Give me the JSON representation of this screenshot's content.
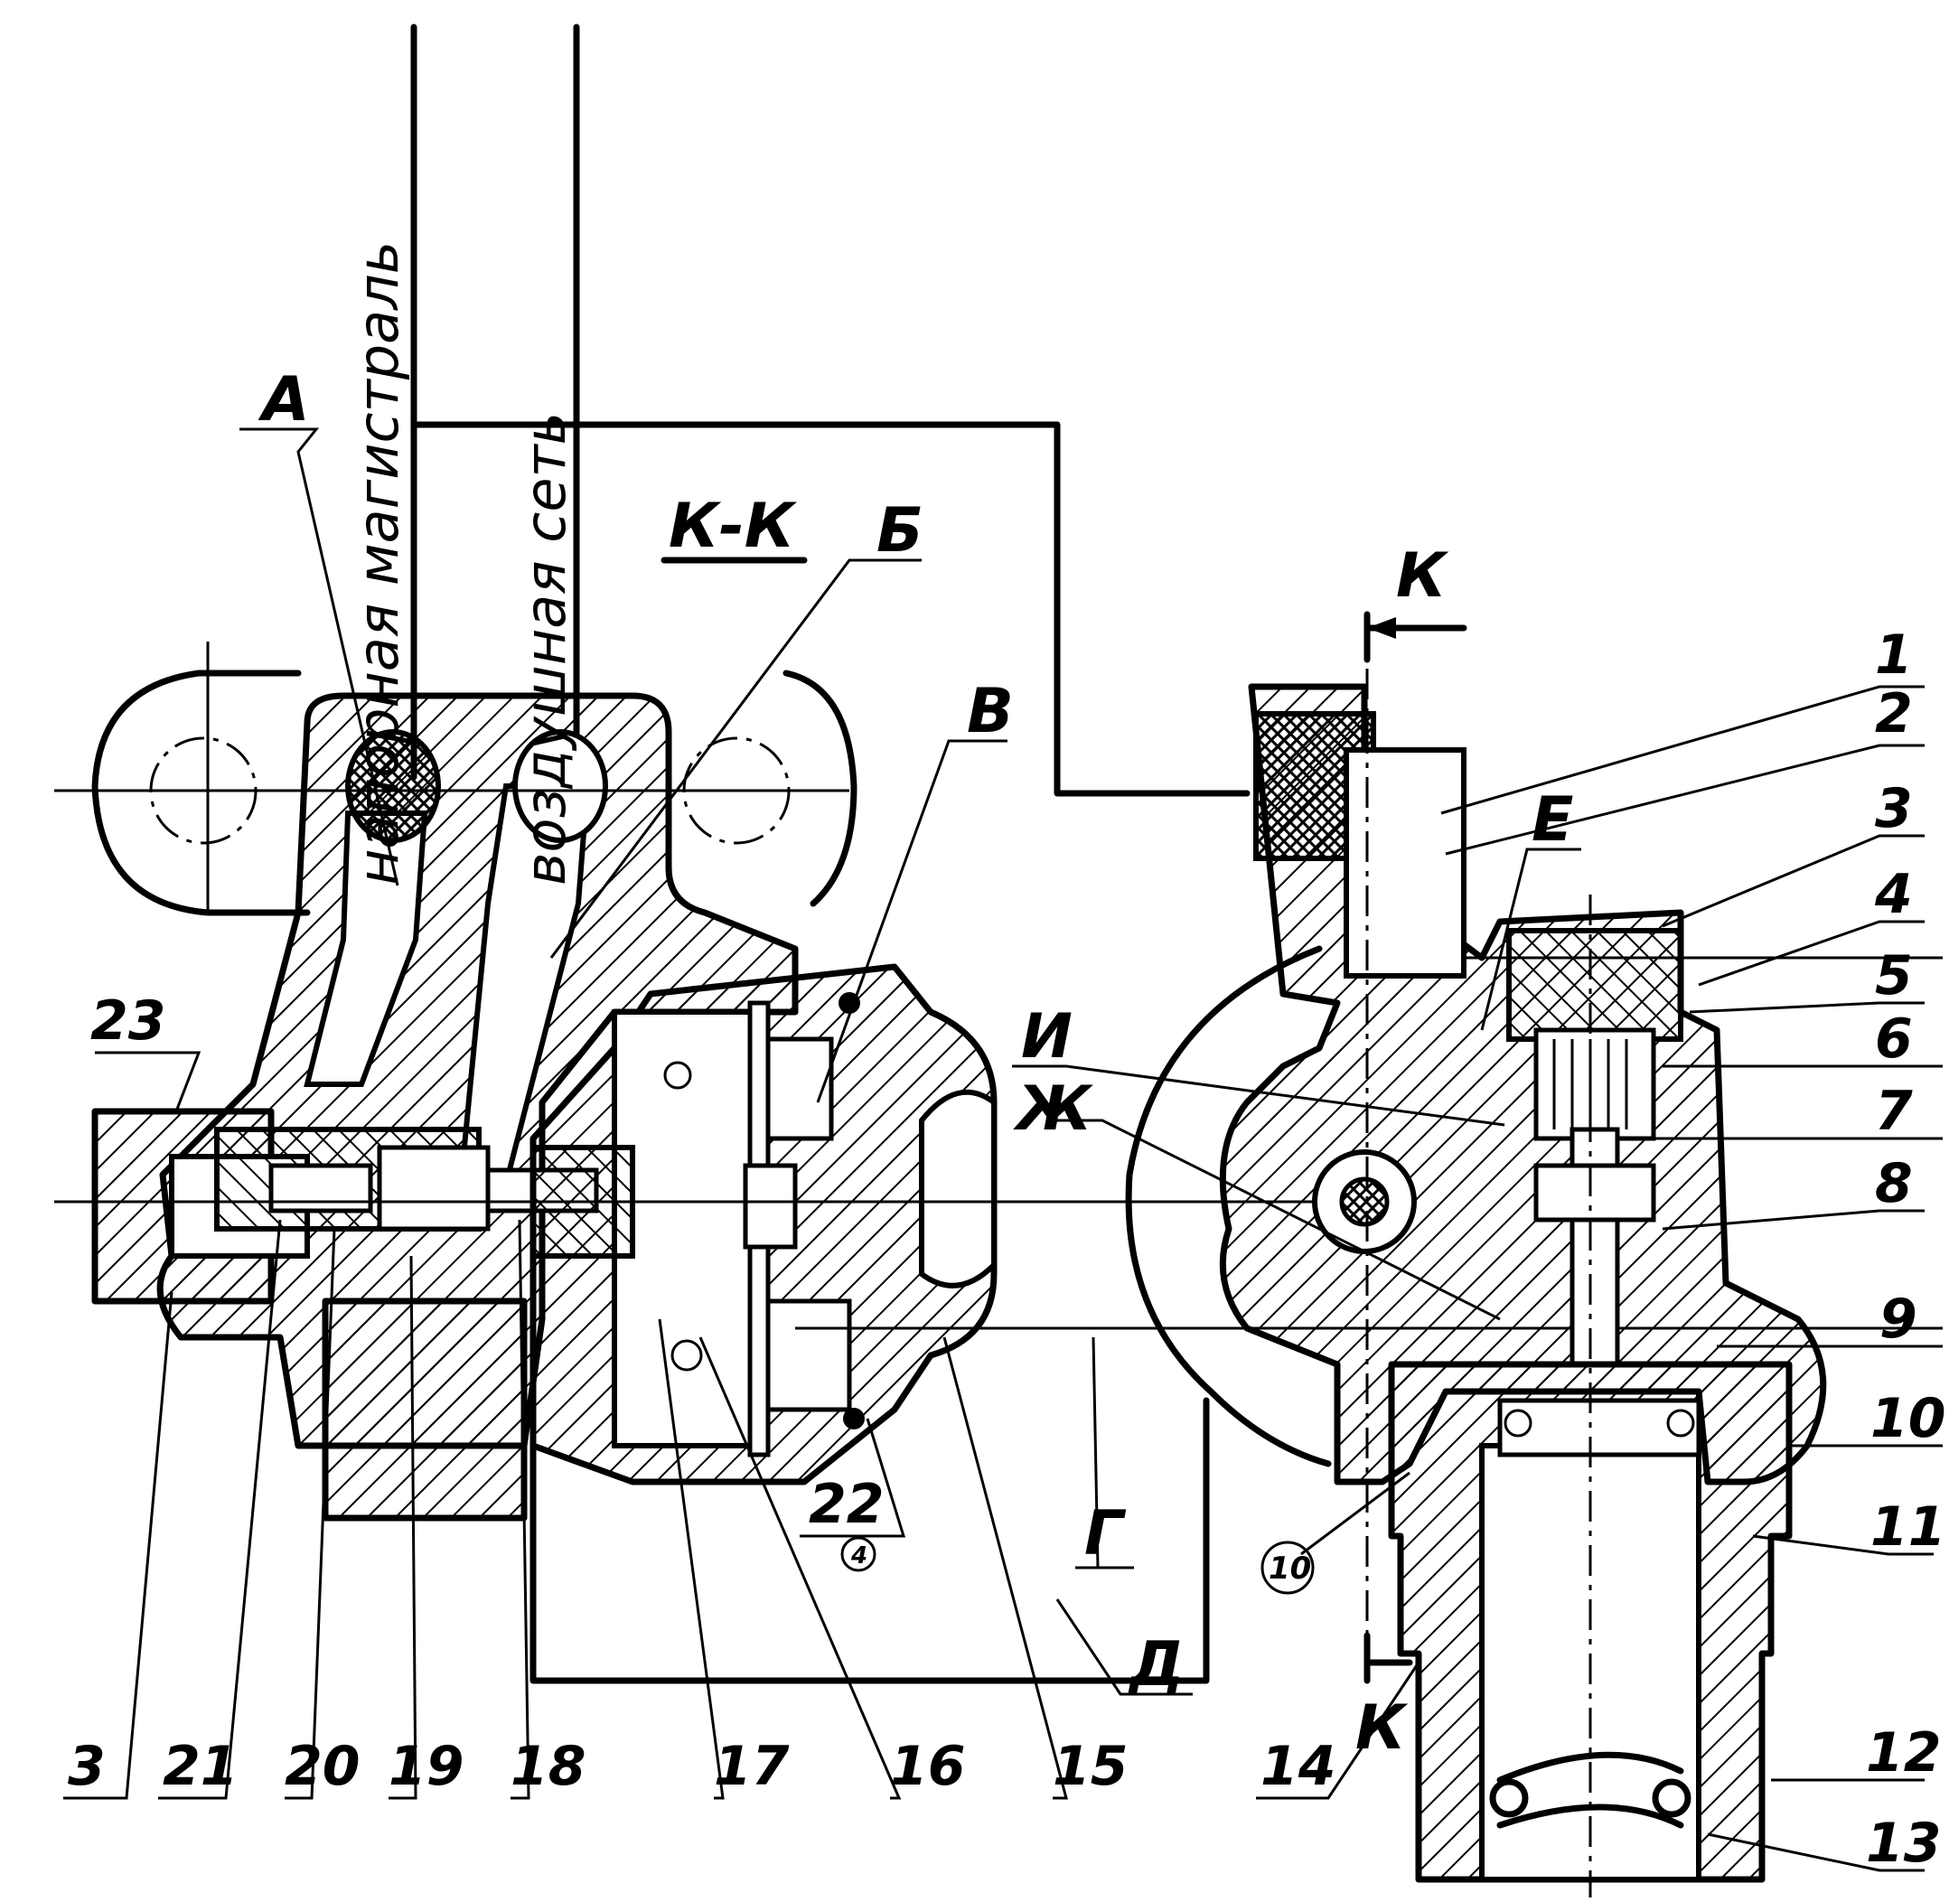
{
  "vertical_labels": {
    "pressure_line": "напорная магистраль",
    "air_network": "воздушная сеть"
  },
  "section": "К-К",
  "section_marks": [
    "К",
    "К"
  ],
  "letters": {
    "A": "А",
    "B": "Б",
    "V": "В",
    "G": "Г",
    "D": "Д",
    "E": "Е",
    "I": "И",
    "ZH": "Ж"
  },
  "right_numbers": [
    "1",
    "2",
    "3",
    "4",
    "5",
    "6",
    "7",
    "8",
    "9",
    "10",
    "11",
    "12",
    "13"
  ],
  "bottom_numbers": [
    "3",
    "21",
    "20",
    "19",
    "18",
    "17",
    "16",
    "15",
    "14"
  ],
  "left_numbers": [
    "23"
  ],
  "misc": {
    "n22": "22",
    "n22_sub": "4",
    "circled_10": "10"
  }
}
